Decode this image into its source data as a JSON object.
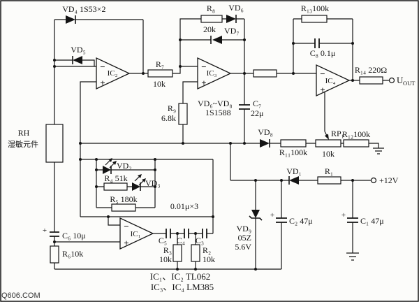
{
  "watermark": "Q606.COM",
  "notes": {
    "line1": "IC₁、IC₂ TL062",
    "line2": "IC₃、IC₄ LM385"
  },
  "sensor": {
    "name": "RH",
    "type": "湿敏元件"
  },
  "power": {
    "supply": "+12V"
  },
  "output": {
    "sym": "U",
    "sub": "OUT"
  },
  "opamps": {
    "ic1": "IC₁",
    "ic2": "IC₂",
    "ic3": "IC₃",
    "ic4": "IC₄",
    "inv": "−",
    "noninv": "+"
  },
  "diodes": {
    "vd1": "VD₁",
    "vd2": "VD₂",
    "vd3": "VD₃",
    "vd4": "VD₄",
    "vd5": "VD₅",
    "vd6": "VD₆",
    "vd7": "VD₇",
    "vd8": "VD₈",
    "vd9": "VD₉",
    "vd4_part": "1S53×2",
    "vd678_label": "VD₆~VD₈",
    "vd678_part": "1S1588",
    "vd9_part": "05Z",
    "vd9_voltage": "5.6V"
  },
  "resistors": {
    "r1": "R₁",
    "r2": "R₂",
    "r2_val": "10k",
    "r3": "R₃",
    "r3_val": "10k",
    "r4": "R₄ 51k",
    "r5": "R₅ 180k",
    "r6": "R₆10k",
    "r7": "R₇",
    "r7_val": "10k",
    "r8": "R₈",
    "r8_val": "20k",
    "r9": "R₉",
    "r9_val": "6.8k",
    "r11": "R₁₁100k",
    "r12": "R₁₂100k",
    "r13": "R₁₃100k",
    "r14": "R₁₄ 220Ω",
    "rp1": "RP₁",
    "rp1_val": "10k"
  },
  "capacitors": {
    "c1": "C₁ 47μ",
    "c2": "C₂ 47μ",
    "c3": "C₃",
    "c4": "C₄",
    "c5": "C₅",
    "c6": "C₆ 10μ",
    "c7": "C₇",
    "c7_val": "22μ",
    "c8": "C₈ 0.1μ",
    "trio_note": "0.01μ×3",
    "polarity": "+"
  }
}
